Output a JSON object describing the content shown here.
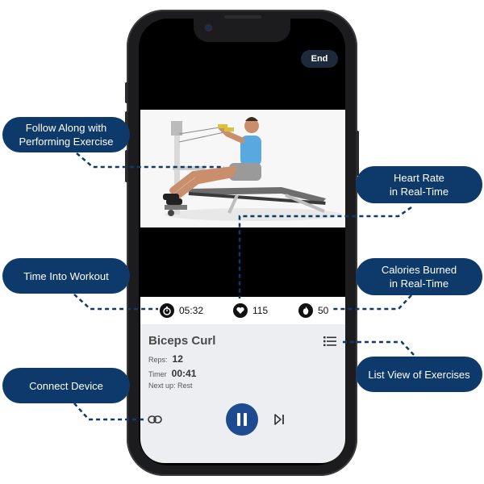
{
  "app": {
    "end_button": "End"
  },
  "stats": {
    "time": "05:32",
    "heart_rate": "115",
    "calories": "50",
    "time_icon": "stopwatch-icon",
    "heart_icon": "heart-icon",
    "calories_icon": "flame-icon"
  },
  "exercise": {
    "title": "Biceps Curl",
    "reps_label": "Reps:",
    "reps_value": "12",
    "timer_label": "Timer",
    "timer_value": "00:41",
    "next_up": "Next up: Rest"
  },
  "controls": {
    "list_icon": "list-icon",
    "link_icon": "link-icon",
    "pause_icon": "pause-icon",
    "skip_icon": "skip-next-icon"
  },
  "callouts": {
    "follow_along": [
      "Follow Along with",
      "Performing Exercise"
    ],
    "heart_rate": [
      "Heart Rate",
      "in Real-Time"
    ],
    "time_into_workout": "Time Into Workout",
    "calories_burned": [
      "Calories Burned",
      "in Real-Time"
    ],
    "connect_device": "Connect Device",
    "list_view": "List View of Exercises"
  },
  "colors": {
    "callout_bg": "#0e3a6b",
    "accent": "#1e4b8f",
    "panel_bg": "#eceef1"
  }
}
